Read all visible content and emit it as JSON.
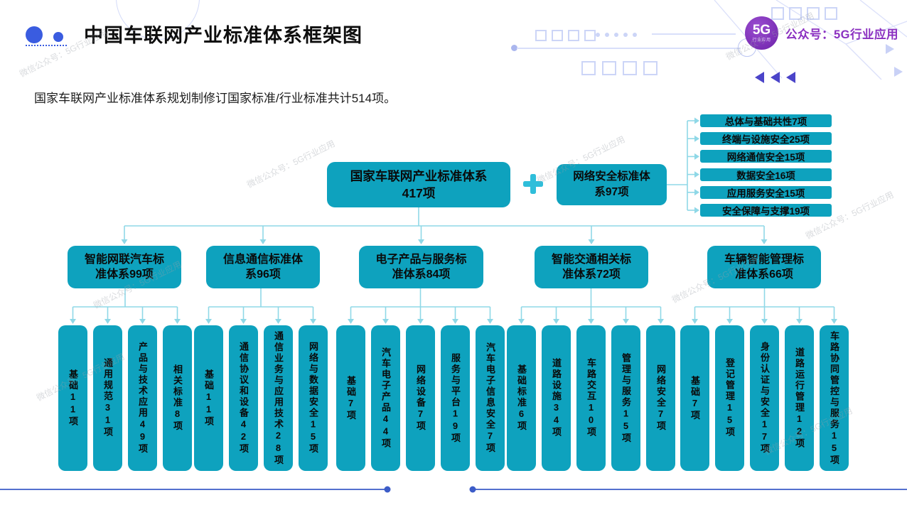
{
  "header": {
    "title": "中国车联网产业标准体系框架图",
    "logo": {
      "badge_main": "5G",
      "badge_sub": "行业应用",
      "account_label": "公众号：5G行业应用"
    }
  },
  "subtitle": "国家车联网产业标准体系规划制修订国家标准/行业标准共计514项。",
  "watermark": "微信公众号：5G行业应用",
  "colors": {
    "node_teal": "#0ea2be",
    "connector_cyan": "#8fd8e7",
    "plus_cyan": "#2fbeda",
    "accent_blue": "#3a5ce0",
    "brand_purple": "#8a2fc0"
  },
  "chart": {
    "root": {
      "label": "国家车联网产业标准体系",
      "count": "417项"
    },
    "plus": "+",
    "security": {
      "label": "网络安全标准体系97项",
      "items": [
        "总体与基础共性7项",
        "终端与设施安全25项",
        "网络通信安全15项",
        "数据安全16项",
        "应用服务安全15项",
        "安全保障与支撑19项"
      ]
    },
    "branches": [
      {
        "label": "智能网联汽车标准体系99项",
        "children": [
          "基础11项",
          "通用规范31项",
          "产品与技术应用49项",
          "相关标准8项"
        ]
      },
      {
        "label": "信息通信标准体系96项",
        "children": [
          "基础11项",
          "通信协议和设备42项",
          "通信业务与应用技术28项",
          "网络与数据安全15项"
        ]
      },
      {
        "label": "电子产品与服务标准体系84项",
        "children": [
          "基础7项",
          "汽车电子产品44项",
          "网络设备7项",
          "服务与平台19项",
          "汽车电子信息安全7项"
        ]
      },
      {
        "label": "智能交通相关标准体系72项",
        "children": [
          "基础标准6项",
          "道路设施34项",
          "车路交互10项",
          "管理与服务15项",
          "网络安全7项"
        ]
      },
      {
        "label": "车辆智能管理标准体系66项",
        "children": [
          "基础7项",
          "登记管理15项",
          "身份认证与安全17项",
          "道路运行管理12项",
          "车路协同管控与服务15项"
        ]
      }
    ]
  }
}
